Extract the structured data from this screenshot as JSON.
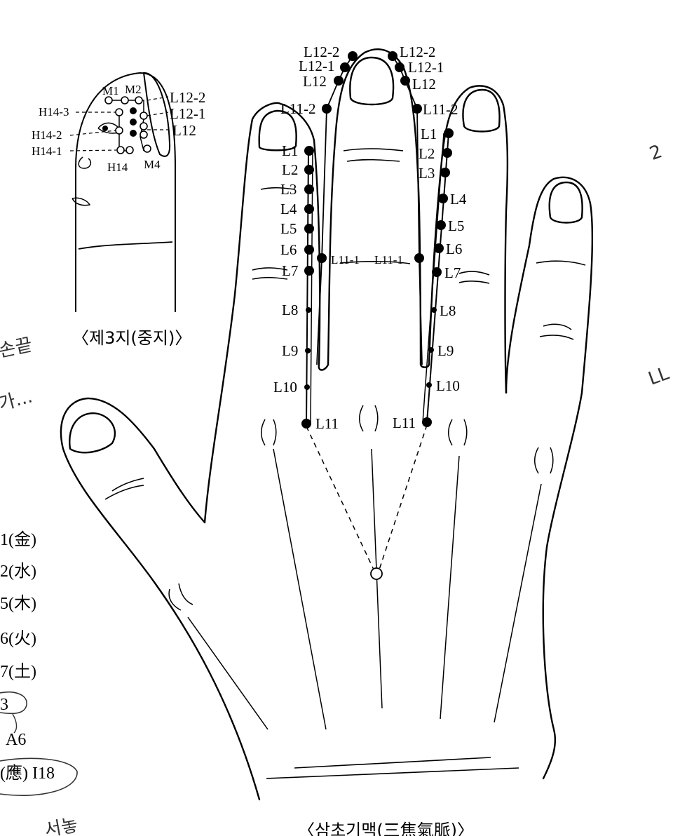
{
  "main_caption": "〈삼초기맥(三焦氣脈)〉",
  "inset_caption": "〈제3지(중지)〉",
  "inset_labels": {
    "m1": "M1",
    "m2": "M2",
    "m4": "M4",
    "l12_2": "L12-2",
    "l12_1": "L12-1",
    "l12": "L12",
    "h14_3": "H14-3",
    "h14_2": "H14-2",
    "h14_1": "H14-1",
    "h14": "H14"
  },
  "ring_finger_labels": [
    "L1",
    "L2",
    "L3",
    "L4",
    "L5",
    "L6",
    "L7",
    "L8",
    "L9",
    "L10",
    "L11"
  ],
  "index_finger_labels": [
    "L1",
    "L2",
    "L3",
    "L4",
    "L5",
    "L6",
    "L7",
    "L8",
    "L9",
    "L10",
    "L11"
  ],
  "middle_finger_labels": {
    "left_tip_2": "L12-2",
    "left_tip_1": "L12-1",
    "left_tip": "L12",
    "left_l11_2": "L11-2",
    "left_l11_1": "L11-1",
    "right_tip_2": "L12-2",
    "right_tip_1": "L12-1",
    "right_tip": "L12",
    "right_l11_2": "L11-2",
    "right_l11_1": "L11-1"
  },
  "side_list": [
    "1(金)",
    "2(水)",
    "5(木)",
    "6(火)",
    "7(土)",
    "3",
    "A6",
    "(應) I18"
  ],
  "handwriting": {
    "left_note_1": "손끝",
    "left_note_2": "가...",
    "right_note_1": "2",
    "right_note_2": "LL",
    "bottom_note": "서놓"
  },
  "colors": {
    "ink": "#000000",
    "paper": "#ffffff",
    "pencil": "#444444"
  }
}
